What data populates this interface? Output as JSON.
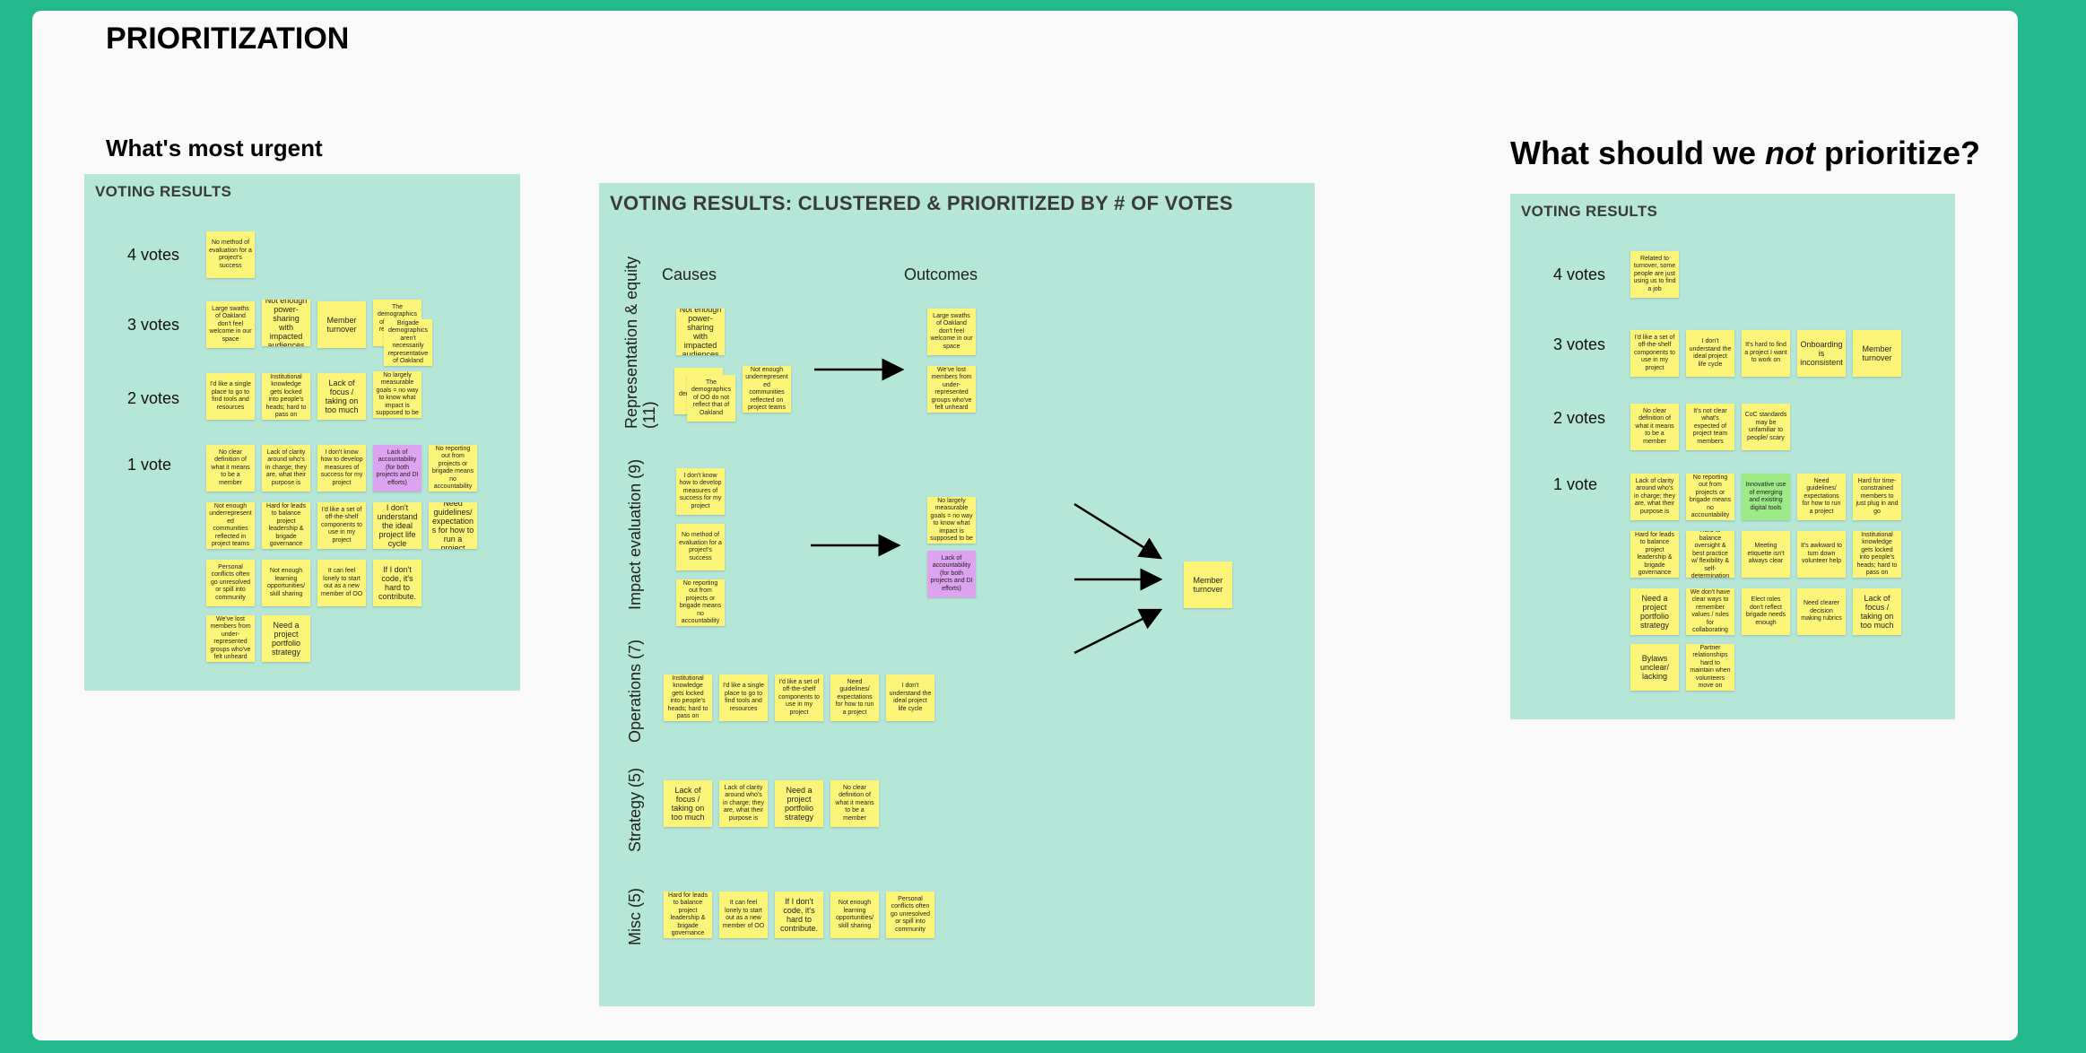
{
  "page": {
    "title": "PRIORITIZATION",
    "urgent_title": "What's most urgent",
    "not_title": {
      "pre": "What should we ",
      "em": "not",
      "post": " prioritize?"
    }
  },
  "urgent": {
    "label": "VOTING RESULTS",
    "votes": [
      "4 votes",
      "3 votes",
      "2 votes",
      "1 vote"
    ],
    "notes": [
      "No method of evaluation for a project's success",
      "Large swaths of Oakland don't feel welcome in our space",
      "Not enough power-sharing with impacted audiences",
      "Member turnover",
      "The demographics of OO do not reflect that of Oakland",
      "Brigade demographics aren't necessarily representative of Oakland",
      "I'd like a single place to go to find tools and resources",
      "Institutional knowledge gets locked into people's heads; hard to pass on",
      "Lack of focus / taking on too much",
      "No largely measurable goals = no way to know what impact is supposed to be",
      "No clear definition of what it means to be a member",
      "Lack of clarity around who's in charge; they are, what their purpose is",
      "I don't know how to develop measures of success for my project",
      "Lack of accountability (for both projects and DI efforts)",
      "No reporting out from projects or brigade means no accountability",
      "Not enough underrepresented communities reflected in project teams",
      "Hard for leads to balance project leadership & brigade governance",
      "I'd like a set of off-the-shelf components to use in my project",
      "I don't understand the ideal project life cycle",
      "Need guidelines/ expectations for how to run a project",
      "Personal conflicts often go unresolved or spill into community",
      "Not enough learning opportunities/ skill sharing",
      "It can feel lonely to start out as a new member of OO",
      "If I don't code, it's hard to contribute.",
      "We've lost members from under-represented groups who've felt unheard",
      "Need a project portfolio strategy"
    ]
  },
  "clustered": {
    "label": "VOTING RESULTS: CLUSTERED & PRIORITIZED BY # OF VOTES",
    "causes": "Causes",
    "outcomes": "Outcomes",
    "rows": [
      "Representation & equity (11)",
      "Impact evaluation (9)",
      "Operations (7)",
      "Strategy (5)",
      "Misc (5)"
    ],
    "notes": {
      "rep1": "Not enough power-sharing with impacted audiences",
      "rep2": "Brigade demographics",
      "rep3": "The demographics of OO do not reflect that of Oakland",
      "rep4": "Not enough underrepresented communities reflected on project teams",
      "rep_out1": "Large swaths of Oakland don't feel welcome in our space",
      "rep_out2": "We've lost members from under-represented groups who've felt unheard",
      "imp1": "I don't know how to develop measures of success for my project",
      "imp2": "No method of evaluation for a project's success",
      "imp3": "No reporting out from projects or brigade means no accountability",
      "imp_out1": "No largely measurable goals = no way to know what impact is supposed to be",
      "imp_out2": "Lack of accountability (for both projects and DI efforts)",
      "member": "Member turnover",
      "ops1": "Institutional knowledge gets locked into people's heads; hard to pass on",
      "ops2": "I'd like a single place to go to find tools and resources",
      "ops3": "I'd like a set of off-the-shelf components to use in my project",
      "ops4": "Need guidelines/ expectations for how to run a project",
      "ops5": "I don't understand the ideal project life cycle",
      "str1": "Lack of focus / taking on too much",
      "str2": "Lack of clarity around who's in charge; they are, what their purpose is",
      "str3": "Need a project portfolio strategy",
      "str4": "No clear definition of what it means to be a member",
      "misc1": "Hard for leads to balance project leadership & brigade governance",
      "misc2": "It can feel lonely to start out as a new member of OO",
      "misc3": "If I don't code, it's hard to contribute.",
      "misc4": "Not enough learning opportunities/ skill sharing",
      "misc5": "Personal conflicts often go unresolved or spill into community"
    }
  },
  "notprio": {
    "label": "VOTING RESULTS",
    "votes": [
      "4 votes",
      "3 votes",
      "2 votes",
      "1 vote"
    ],
    "notes": [
      "Related to turnover, some people are just using us to find a job",
      "I'd like a set of off-the-shelf components to use in my project",
      "I don't understand the ideal project life cycle",
      "It's hard to find a project I want to work on",
      "Onboarding is inconsistent",
      "Member turnover",
      "No clear definition of what it means to be a member",
      "It's not clear what's expected of project team members",
      "CoC standards may be unfamiliar to people/ scary",
      "Lack of clarity around who's in charge; they are, what their purpose is",
      "No reporting out from projects or brigade means no accountability",
      "Innovative use of emerging and existing digital tools",
      "Need guidelines/ expectations for how to run a project",
      "Hard for time-constrained members to just plug in and go",
      "Hard for leads to balance project leadership & brigade governance",
      "Hard to balance oversight & best practice w/ flexibility & self-determination",
      "Meeting etiquette isn't always clear",
      "It's awkward to turn down volunteer help",
      "Institutional knowledge gets locked into people's heads; hard to pass on",
      "Need a project portfolio strategy",
      "We don't have clear ways to remember values / rules for collaborating",
      "Elect roles don't reflect brigade needs enough",
      "Need clearer decision making rubrics",
      "Lack of focus / taking on too much",
      "Bylaws unclear/ lacking",
      "Partner relationships hard to maintain when volunteers move on"
    ]
  }
}
